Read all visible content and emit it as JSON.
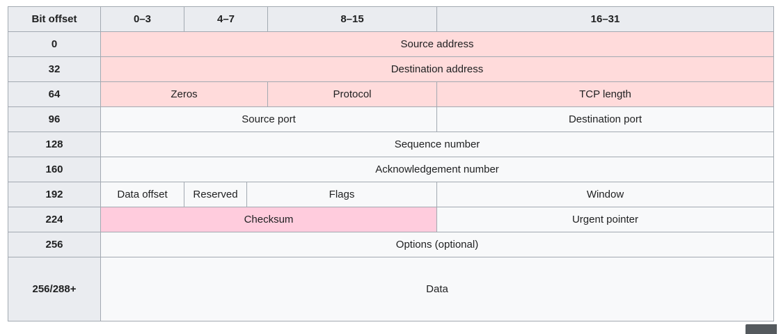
{
  "table": {
    "header": {
      "bit_offset": "Bit offset",
      "cols": [
        "0–3",
        "4–7",
        "8–15",
        "16–31"
      ]
    },
    "rows": [
      {
        "offset": "0",
        "cells": [
          "Source address"
        ]
      },
      {
        "offset": "32",
        "cells": [
          "Destination address"
        ]
      },
      {
        "offset": "64",
        "cells": [
          "Zeros",
          "Protocol",
          "TCP length"
        ]
      },
      {
        "offset": "96",
        "cells": [
          "Source port",
          "Destination port"
        ]
      },
      {
        "offset": "128",
        "cells": [
          "Sequence number"
        ]
      },
      {
        "offset": "160",
        "cells": [
          "Acknowledgement number"
        ]
      },
      {
        "offset": "192",
        "cells": [
          "Data offset",
          "Reserved",
          "Flags",
          "Window"
        ]
      },
      {
        "offset": "224",
        "cells": [
          "Checksum",
          "Urgent pointer"
        ]
      },
      {
        "offset": "256",
        "cells": [
          "Options (optional)"
        ]
      },
      {
        "offset": "256/288+",
        "cells": [
          "Data"
        ]
      }
    ]
  },
  "colors": {
    "pseudo_header": "#ffdbdb",
    "checksum": "#ffccdd",
    "header_bg": "#eaecf0",
    "cell_bg": "#f8f9fa",
    "border": "#a2a9b1"
  }
}
